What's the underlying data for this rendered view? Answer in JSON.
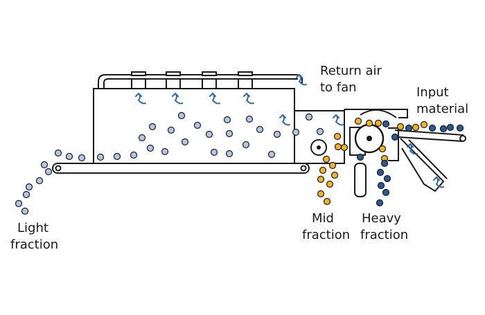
{
  "labels": {
    "return_air": [
      "Return air",
      "to fan"
    ],
    "input_material": [
      "Input",
      "material"
    ],
    "light_fraction": [
      "Light",
      "fraction"
    ],
    "mid_fraction": [
      "Mid",
      "fraction"
    ],
    "heavy_fraction": [
      "Heavy",
      "fraction"
    ]
  },
  "colors": {
    "outline": "#1a1a1a",
    "light_particle": "#b3c5e6",
    "mid_particle": "#f0b323",
    "heavy_particle": "#2a5a96",
    "airflow": "#2a6ab0"
  },
  "icons": [
    "airflow-arrow-icon"
  ]
}
